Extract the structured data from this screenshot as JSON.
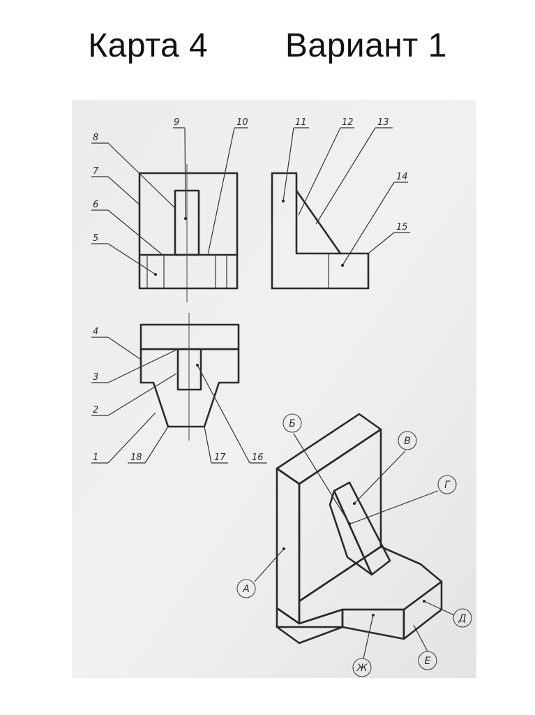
{
  "title": "Карта 4        Вариант 1",
  "numbered_callouts": [
    "1",
    "2",
    "3",
    "4",
    "5",
    "6",
    "7",
    "8",
    "9",
    "10",
    "11",
    "12",
    "13",
    "14",
    "15",
    "16",
    "17",
    "18"
  ],
  "lettered_callouts": [
    "Б",
    "В",
    "Г",
    "А",
    "Д",
    "Е",
    "Ж"
  ]
}
